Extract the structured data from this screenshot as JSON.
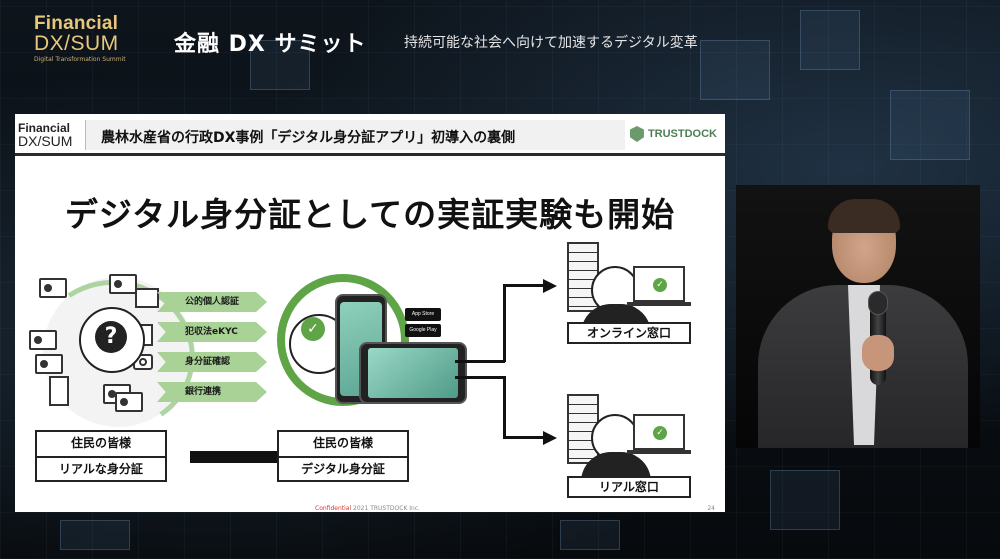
{
  "event": {
    "brand_line1": "Financial",
    "brand_line2": "DX/SUM",
    "brand_line3": "Digital Transformation Summit",
    "title": "金融 DX サミット",
    "subtitle": "持続可能な社会へ向けて加速するデジタル変革"
  },
  "slide": {
    "brand_line1": "Financial",
    "brand_line2": "DX/SUM",
    "header_title": "農林水産省の行政DX事例「デジタル身分証アプリ」初導入の裏側",
    "company": "TRUSTDOCK",
    "headline": "デジタル身分証としての実証実験も開始",
    "arrows": [
      "公的個人認証",
      "犯収法eKYC",
      "身分証確認",
      "銀行連携"
    ],
    "left_box": {
      "top": "住民の皆様",
      "bottom": "リアルな身分証"
    },
    "center_box": {
      "top": "住民の皆様",
      "bottom": "デジタル身分証"
    },
    "store_badges": [
      "App Store",
      "Google Play"
    ],
    "right_labels": {
      "online": "オンライン窓口",
      "real": "リアル窓口"
    },
    "footer_confidential": "Confidential",
    "footer_copyright": "2021 TRUSTDOCK Inc.",
    "page_number": "24"
  },
  "colors": {
    "accent_gold": "#e9c77a",
    "green": "#5fa548",
    "light_green": "#a8d296"
  }
}
